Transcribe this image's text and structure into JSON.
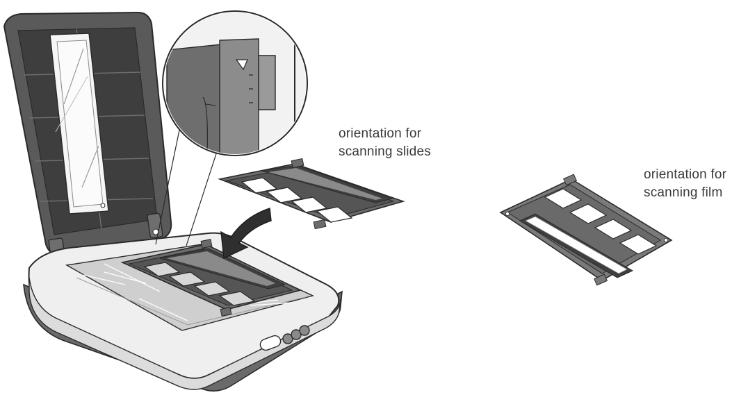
{
  "labels": {
    "slides": {
      "line1": "orientation for",
      "line2": "scanning slides"
    },
    "film": {
      "line1": "orientation for",
      "line2": "scanning film"
    }
  },
  "colors": {
    "line": "#2a2a2a",
    "lid_dark": "#5a5a5a",
    "lid_mid": "#7a7a7a",
    "holder": "#6b6b6b",
    "holder_dark": "#3f3f3f",
    "body_light": "#eeeeee",
    "glass": "#cfcfcf",
    "label_text": "#3a3a3a"
  },
  "icons": {
    "arrow": "curved-down-arrow-icon",
    "buttons": "scanner-button-icon"
  }
}
